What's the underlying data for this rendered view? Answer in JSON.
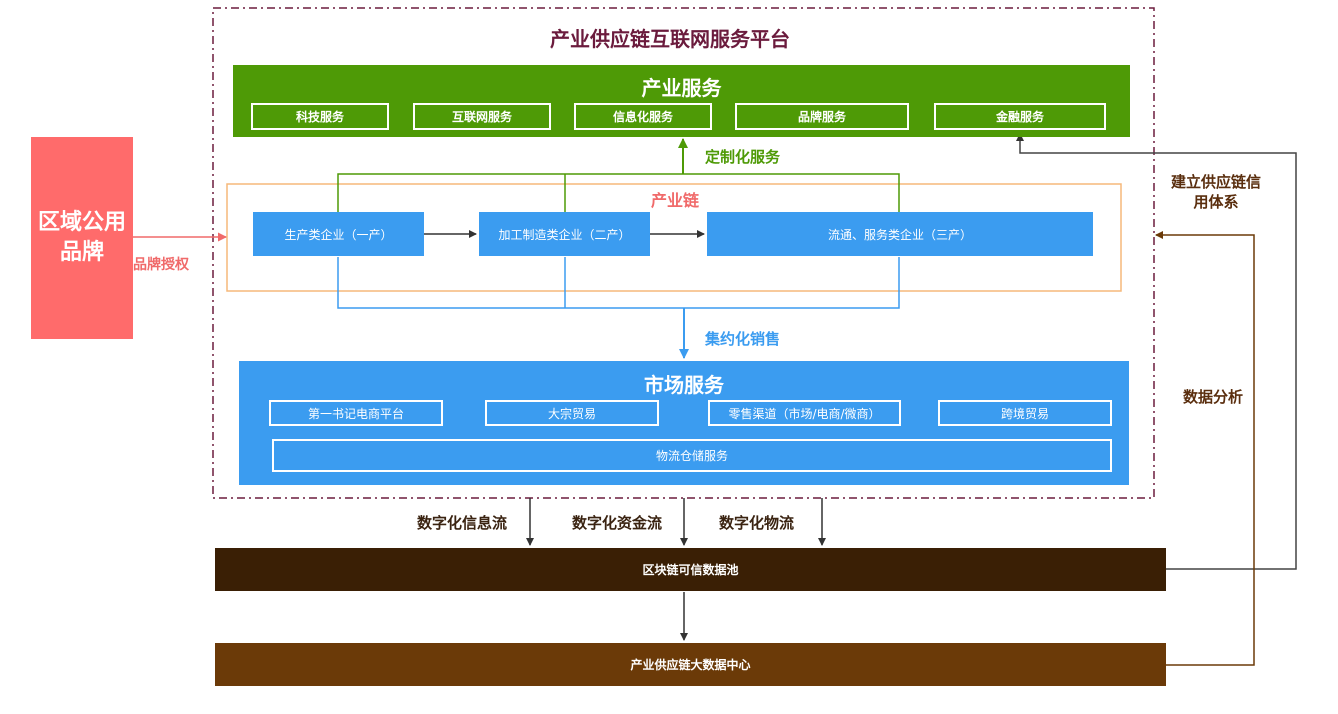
{
  "platform": {
    "title": "产业供应链互联网服务平台"
  },
  "industry_service": {
    "title": "产业服务",
    "items": [
      "科技服务",
      "互联网服务",
      "信息化服务",
      "品牌服务",
      "金融服务"
    ]
  },
  "custom_label": "定制化服务",
  "industry_chain": {
    "title": "产业链",
    "nodes": [
      "生产类企业（一产）",
      "加工制造类企业（二产）",
      "流通、服务类企业（三产）"
    ]
  },
  "intensive_label": "集约化销售",
  "market_service": {
    "title": "市场服务",
    "items": [
      "第一书记电商平台",
      "大宗贸易",
      "零售渠道（市场/电商/微商）",
      "跨境贸易"
    ],
    "logistics": "物流仓储服务"
  },
  "regional_brand": {
    "title": "区域公用品牌",
    "label": "品牌授权"
  },
  "flows": [
    "数字化信息流",
    "数字化资金流",
    "数字化物流"
  ],
  "blockchain_pool": "区块链可信数据池",
  "big_data_center": "产业供应链大数据中心",
  "credit_label": "建立供应链信用体系",
  "analysis_label": "数据分析",
  "colors": {
    "platform_border": "#6b1b3d",
    "green": "#4e9a06",
    "blue": "#3b9cf0",
    "brand_red": "#ff6b6b",
    "chain_border": "#f5b87a",
    "pool_dark": "#3a1f05",
    "bigdata_brown": "#6b3a08"
  }
}
